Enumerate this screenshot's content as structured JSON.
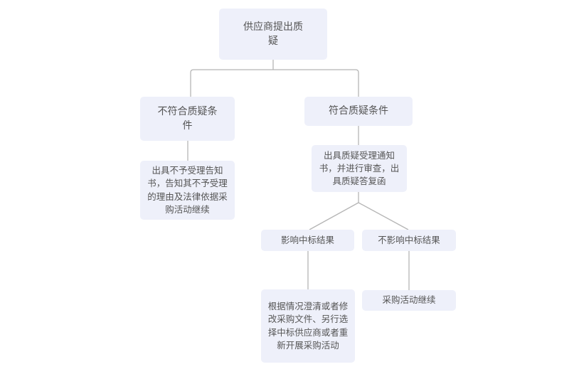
{
  "diagram": {
    "root": "供应商提出质疑",
    "not_meet": "不符合质疑条件",
    "not_meet_result": "出具不予受理告知书，告知其不予受理的理由及法律依据采购活动继续",
    "meet": "符合质疑条件",
    "meet_result": "出具质疑受理通知书，并进行审查，出具质疑答复函",
    "affects": "影响中标结果",
    "affects_result": "根据情况澄清或者修改采购文件、另行选择中标供应商或者重新开展采购活动",
    "not_affects": "不影响中标结果",
    "not_affects_result": "采购活动继续"
  },
  "colors": {
    "node_fill": "#eef0fa",
    "line": "#aaaaaa",
    "text": "#555555"
  }
}
